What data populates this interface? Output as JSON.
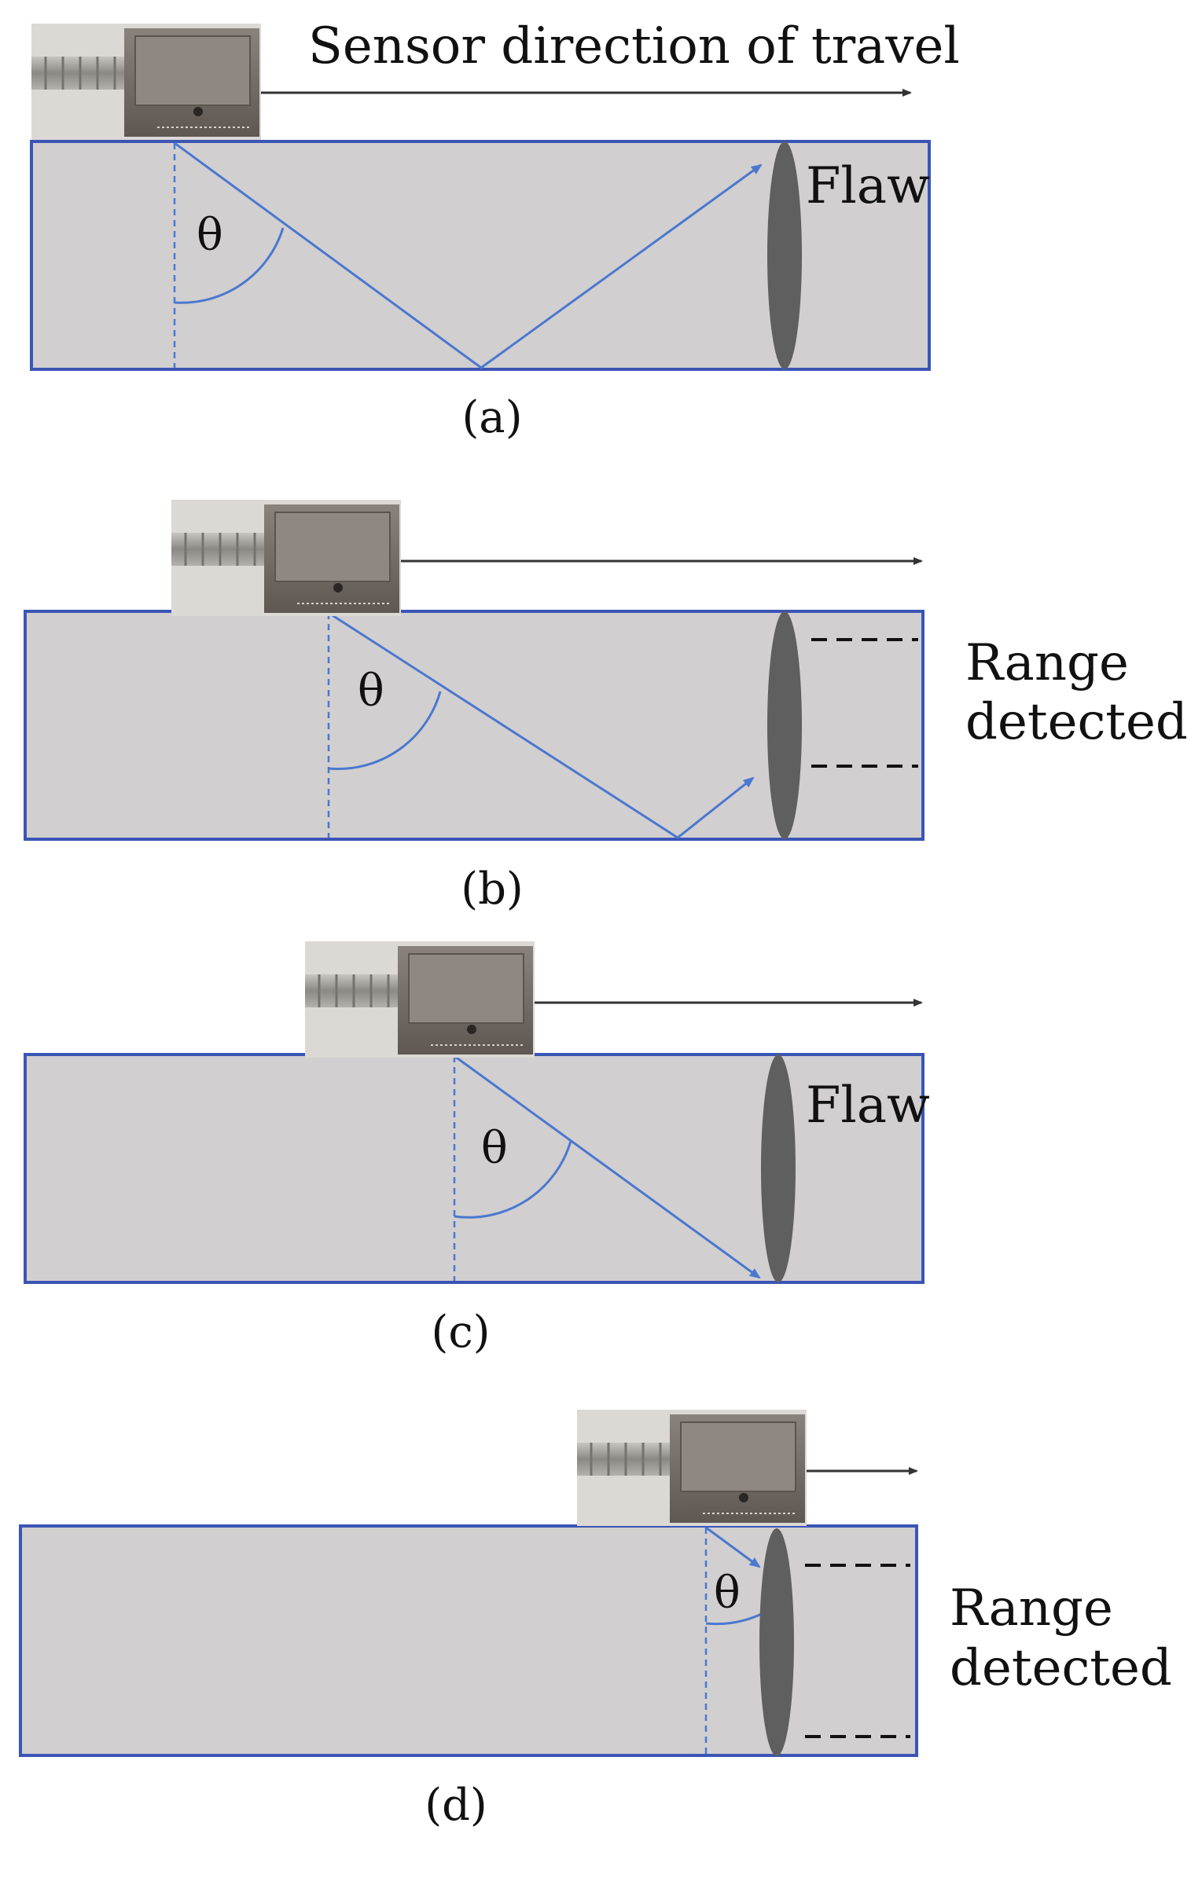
{
  "figure": {
    "travel_label": "Sensor direction of travel",
    "flaw_label": "Flaw",
    "range_label_line1": "Range",
    "range_label_line2": "detected",
    "angle_symbol": "θ",
    "panels": [
      {
        "caption": "(a)"
      },
      {
        "caption": "(b)"
      },
      {
        "caption": "(c)"
      },
      {
        "caption": "(d)"
      }
    ],
    "colors": {
      "specimen_fill": "#d2cfd0",
      "specimen_border": "#3b55b5",
      "beam": "#4a78cf",
      "flaw": "#5f5f5f",
      "arrow": "#333333",
      "sensor_body": "#7a726c",
      "sensor_cable": "#a09c98"
    },
    "icons": {
      "sensor": "ultrasonic-angle-probe-icon"
    }
  }
}
